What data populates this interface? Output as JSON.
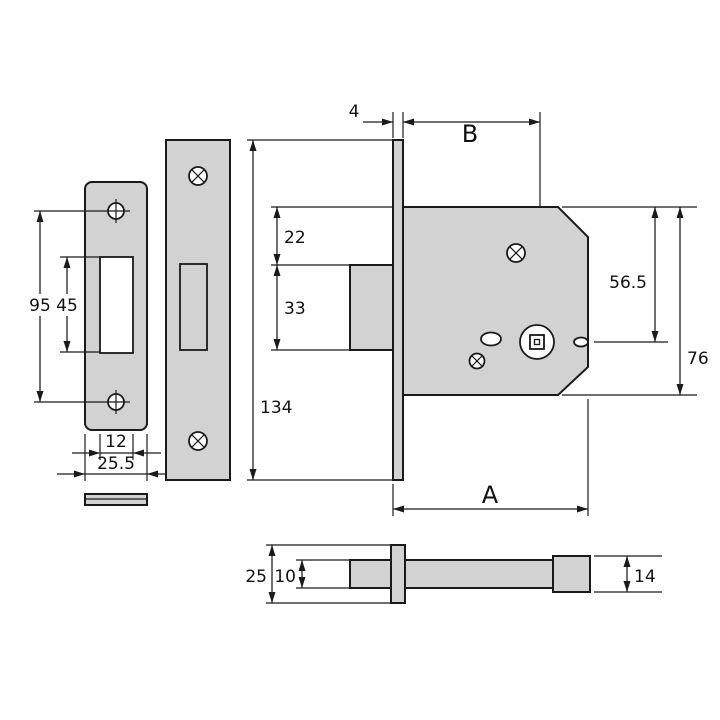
{
  "diagram": {
    "type": "technical-drawing",
    "subject": "Mortice deadbolt lock: strike plate, forend faceplate, lock case side view and bolt plan view with dimensions",
    "colors": {
      "plate_fill": "#d2d2d2",
      "line": "#1a1a1a",
      "background": "#ffffff"
    },
    "dimensions": {
      "faceplate_thickness": "4",
      "backset": "B",
      "case_top_to_bolt_top": "22",
      "bolt_height": "33",
      "case_top_to_follower": "56.5",
      "case_height": "76",
      "faceplate_length": "134",
      "case_depth": "A",
      "strike_length": "95",
      "strike_cutout_height": "45",
      "strike_cutout_width": "12",
      "strike_width": "25.5",
      "plan_faceplate_width": "25",
      "plan_bolt_thickness": "10",
      "plan_case_thickness": "14"
    }
  }
}
